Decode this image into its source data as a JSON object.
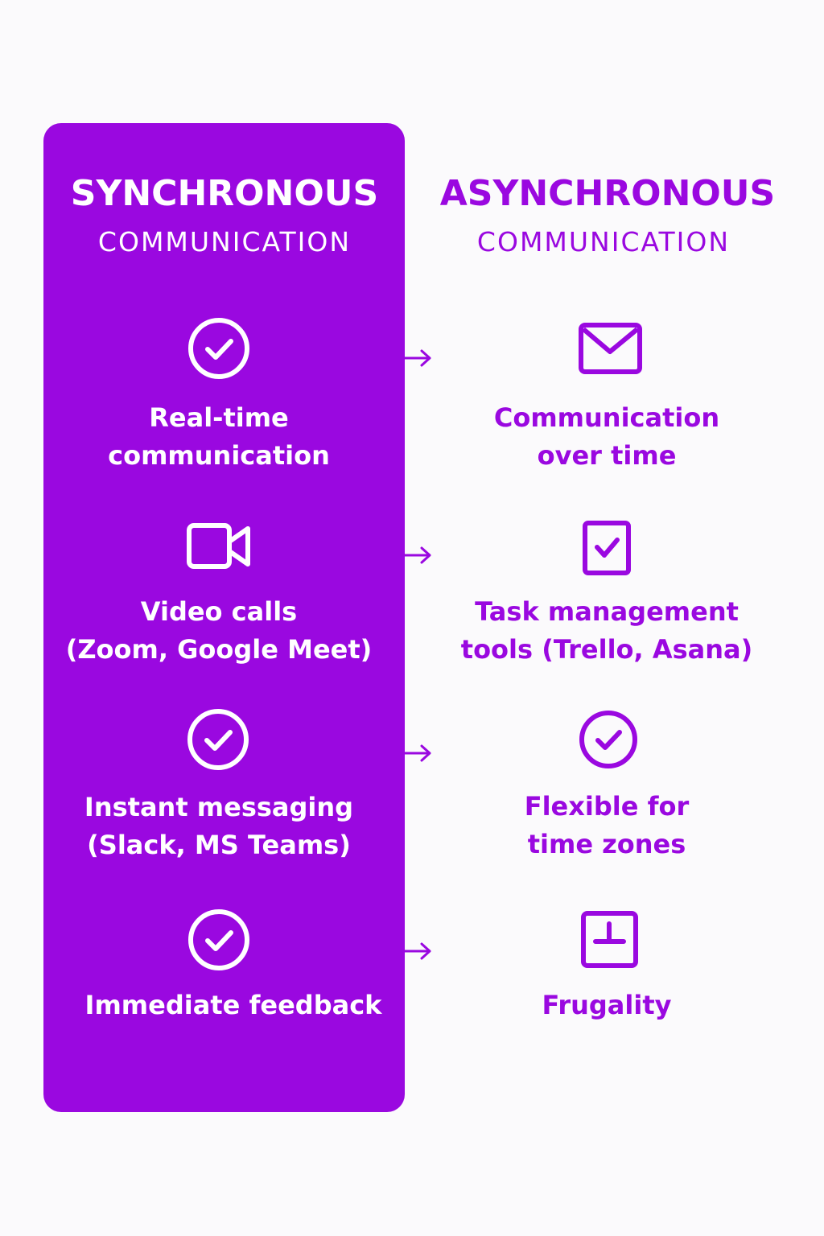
{
  "colors": {
    "accent": "#9a08e0",
    "background": "#fbfafc",
    "on_accent": "#ffffff"
  },
  "synchronous": {
    "title": "SYNCHRONOUS",
    "subtitle": "COMMUNICATION",
    "items": [
      {
        "icon": "check-circle-icon",
        "label": "Real-time\ncommunication"
      },
      {
        "icon": "video-camera-icon",
        "label": "Video calls\n(Zoom, Google Meet)"
      },
      {
        "icon": "check-circle-icon",
        "label": "Instant messaging\n(Slack, MS Teams)"
      },
      {
        "icon": "check-circle-icon",
        "label": "Immediate  feedback"
      }
    ]
  },
  "asynchronous": {
    "title": "ASYNCHRONOUS",
    "subtitle": "COMMUNICATION",
    "items": [
      {
        "icon": "envelope-icon",
        "label": "Communication\nover time"
      },
      {
        "icon": "checkbox-icon",
        "label": "Task management\ntools (Trello, Asana)"
      },
      {
        "icon": "check-circle-icon",
        "label": "Flexible for\ntime zones"
      },
      {
        "icon": "calendar-box-icon",
        "label": "Frugality"
      }
    ]
  }
}
